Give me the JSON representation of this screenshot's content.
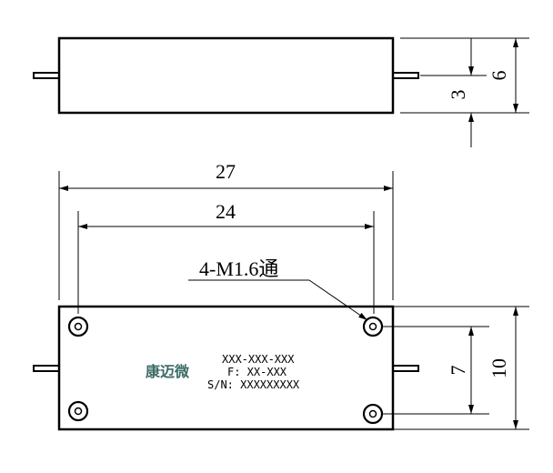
{
  "colors": {
    "brand": "#3c6b66",
    "stroke": "#000000"
  },
  "top_view": {
    "dim_width": "6",
    "dim_offset": "3"
  },
  "bottom_view": {
    "dim_total_length": "27",
    "dim_hole_spacing": "24",
    "hole_callout": "4-M1.6通",
    "dim_hole_vertical": "7",
    "dim_height": "10",
    "brand_name": "康迈微",
    "label_line1": "XXX-XXX-XXX",
    "label_line2": "F: XX-XXX",
    "label_line3": "S/N: XXXXXXXXX"
  }
}
